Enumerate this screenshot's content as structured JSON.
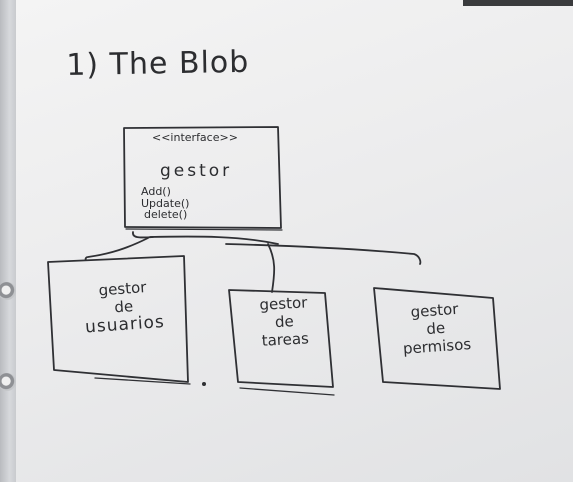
{
  "title": "1) The Blob",
  "interface_box": {
    "stereotype": "<<interface>>",
    "name": "gestor",
    "methods": [
      "Add()",
      "Update()",
      "delete()"
    ]
  },
  "subclasses": [
    {
      "lines": [
        "gestor",
        "de",
        "usuarios"
      ]
    },
    {
      "lines": [
        "gestor",
        "de",
        "tareas"
      ]
    },
    {
      "lines": [
        "gestor",
        "de",
        "permisos"
      ]
    }
  ],
  "colors": {
    "ink": "#2c2d30",
    "board": "#ececed"
  }
}
